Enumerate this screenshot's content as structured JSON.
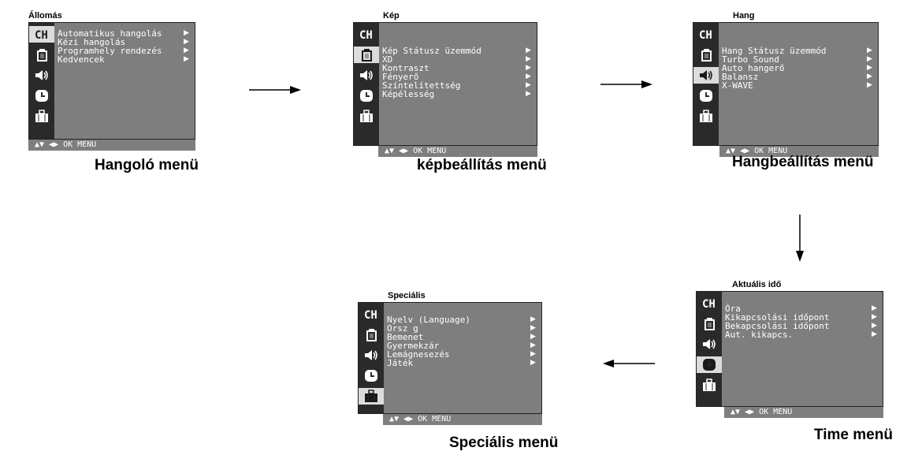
{
  "menus": [
    {
      "id": "hangolo",
      "title": "Állomás",
      "active_tab": 0,
      "items": [
        "Automatikus hangolás",
        "Kézi hangolás",
        "Programhely rendezés",
        "Kedvencek"
      ],
      "nav": "▲▼ ◀▶ OK MENU",
      "caption": "Hangoló menü"
    },
    {
      "id": "kep",
      "title": "Kép",
      "active_tab": 1,
      "items": [
        "Kép Státusz üzemmód",
        "XD",
        "Kontraszt",
        "Fényerő",
        "Színtelítettség",
        "Képélesség"
      ],
      "nav": "▲▼ ◀▶ OK MENU",
      "caption": "képbeállítás menü"
    },
    {
      "id": "hang",
      "title": "Hang",
      "active_tab": 2,
      "items": [
        "Hang Státusz üzemmód",
        "Turbo Sound",
        "Auto hangerő",
        "Balansz",
        "X-WAVE"
      ],
      "nav": "▲▼ ◀▶ OK MENU",
      "caption": "Hangbeállítás menü"
    },
    {
      "id": "ido",
      "title": "Aktuális idő",
      "active_tab": 3,
      "items": [
        "Óra",
        "Kikapcsolási időpont",
        "Bekapcsolási időpont",
        "Aut. kikapcs."
      ],
      "nav": "▲▼ ◀▶ OK MENU",
      "caption": "Time menü"
    },
    {
      "id": "specialis",
      "title": "Speciális",
      "active_tab": 4,
      "items": [
        "Nyelv (Language)",
        "Orsz g",
        "Bemenet",
        "Gyermekzár",
        "Lemágnesezés",
        "Játék"
      ],
      "nav": "▲▼ ◀▶ OK MENU",
      "caption": "Speciális menü"
    }
  ],
  "tabs": [
    {
      "icon": "channel-icon"
    },
    {
      "icon": "picture-icon"
    },
    {
      "icon": "speaker-icon"
    },
    {
      "icon": "clock-icon"
    },
    {
      "icon": "suitcase-icon"
    }
  ],
  "colors": {
    "panel": "#7e7e7e",
    "tab_strip": "#2a2a2a",
    "tab_active": "#dcdcdc",
    "text": "#ffffff"
  }
}
